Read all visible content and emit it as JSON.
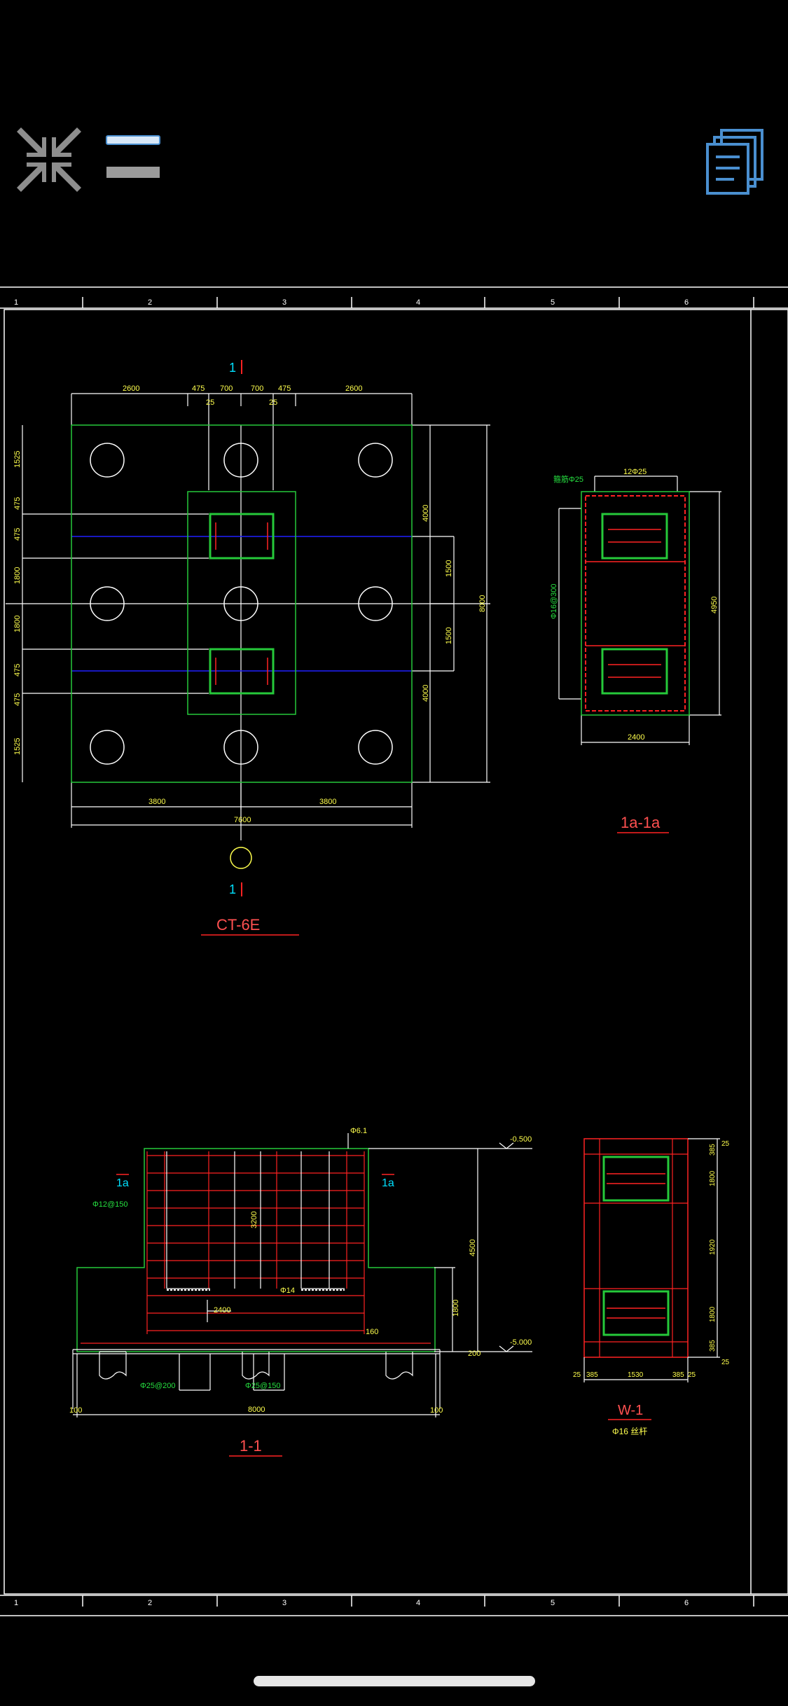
{
  "toolbar": {
    "collapse_icon": "collapse-arrows-icon",
    "layer_icon": "layer-bars-icon",
    "pages_icon": "stacked-pages-icon",
    "accent_color": "#4a8fd0",
    "bar_color": "#9b9b9b"
  },
  "ruler": {
    "numbers": [
      "1",
      "2",
      "3",
      "4",
      "5",
      "6"
    ]
  },
  "drawing": {
    "colors": {
      "frame": "#ffffff",
      "outline": "#26c93a",
      "dimension": "#ffff4d",
      "rebar": "#ff2222",
      "axis": "#2020ff",
      "title": "#ff5050",
      "marker": "#00e0ff"
    },
    "plan": {
      "title": "CT-6E",
      "section_mark": "1",
      "top_dims": [
        "2600",
        "475",
        "700",
        "700",
        "475",
        "2600"
      ],
      "left_dims": [
        "1525",
        "475",
        "475",
        "1800",
        "1800",
        "475",
        "475",
        "1525"
      ],
      "right_dims": [
        "4000",
        "1500",
        "1500",
        "4000"
      ],
      "right_total": "8000",
      "bottom_dims": [
        "3800",
        "3800"
      ],
      "bottom_total": "7600",
      "small_marks": [
        "25",
        "25"
      ]
    },
    "section_1a": {
      "title": "1a-1a",
      "top_label": "12Φ25",
      "corner_label": "箍筋Φ25",
      "side_label": "Φ16@300",
      "right_dim": "4950",
      "bottom_dim": "2400"
    },
    "section_11": {
      "title": "1-1",
      "level_top": "-0.500",
      "level_bottom": "-5.000",
      "marker_left": "1a",
      "marker_right": "1a",
      "rebar_left": "Φ12@150",
      "rebar_bottom_left": "Φ25@200",
      "rebar_bottom_right": "Φ25@150",
      "top_note": "Φ6.1",
      "mid_label": "3200",
      "small_label": "2400",
      "mid_note": "Φ14",
      "right_dims": [
        "4500",
        "1800"
      ],
      "small_160": "160",
      "left_100": "100",
      "right_100": "100",
      "right_200": "200",
      "bottom_total": "8000"
    },
    "wall_w1": {
      "title": "W-1",
      "subtitle": "Φ16 丝杆",
      "right_dims": [
        "25",
        "385",
        "1800",
        "1920",
        "1800",
        "385",
        "25"
      ],
      "bottom_dims": [
        "25",
        "385",
        "1530",
        "385",
        "25"
      ]
    }
  }
}
